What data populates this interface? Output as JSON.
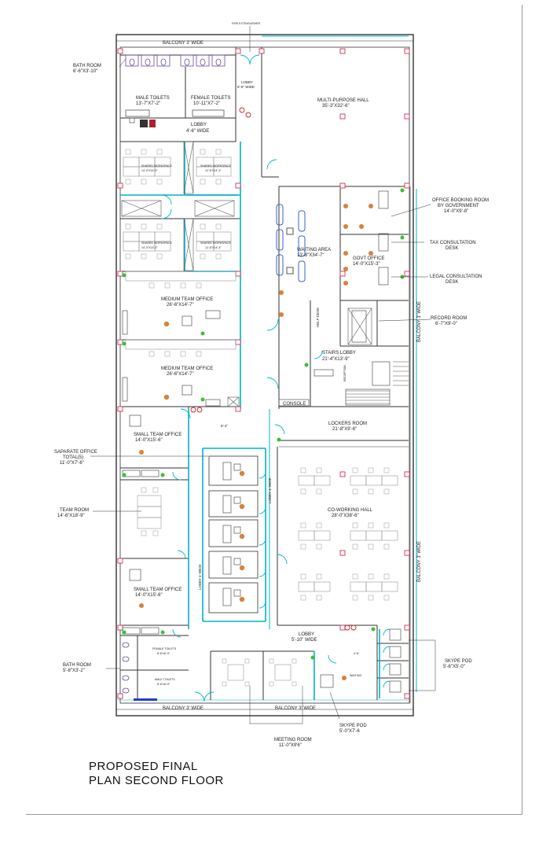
{
  "plan": {
    "title_line1": "PROPOSED  FINAL",
    "title_line2": "PLAN SECOND FLOOR",
    "colors": {
      "wall": "#333333",
      "partition": "#00b4c8",
      "furniture": "#888888",
      "chair": "#d9823a",
      "plant": "#3bbf3b",
      "column": "#cc3355"
    },
    "rooms": {
      "balcony_top": "BALCONY 3' WIDE",
      "fire_ext": "FIRE EXTINGUISHER",
      "bath_room_1": "BATH ROOM",
      "bath_room_1_dim": "6'-6\"X3'-10\"",
      "lobby_top": "LOBBY",
      "lobby_top_dim": "5'-6\" WIDE",
      "male_toilets": "MALE TOILETS",
      "male_toilets_dim": "13'-7\"X7'-2\"",
      "female_toilets": "FEMALE TOILETS",
      "female_toilets_dim": "10'-11\"X7'-2\"",
      "lobby_2": "LOBBY",
      "lobby_2_dim": "4'-6\" WIDE",
      "multipurpose": "MULTI-PURPOSE HALL",
      "multipurpose_dim": "35'-3\"X32'-6\"",
      "shared_ws": "SHARED WORKSPACE",
      "shared_ws_1_dim": "14'-0\"X14'-3\"",
      "shared_ws_2_dim": "12'-6\"X14'-3\"",
      "shared_ws_3_dim": "14'-0\"X14'-3\"",
      "shared_ws_4_dim": "12'-6\"X14'-3\"",
      "office_booking": "OFFICE BOOKING ROOM",
      "office_booking_2": "BY GOVERNMENT",
      "office_booking_dim": "14'-0\"X9'-8\"",
      "waiting_area": "WAITING AREA",
      "waiting_area_dim": "13'-8\"X34'-7\"",
      "govt_office": "GOVT OFFICE",
      "govt_office_dim": "14'-0\"X15'-3\"",
      "tax_desk": "TAX CONSULTATION",
      "desk": "DESK",
      "legal_desk": "LEGAL CONSULTATION",
      "medium_team": "MEDIUM TEAM OFFICE",
      "medium_team_dim": "26'-6\"X14'-7\"",
      "record_room": "RECORD ROOM",
      "record_room_dim": "6'-7\"X9'-0\"",
      "help_desk": "HELP DESK",
      "stairs_lobby": "STAIRS LOBBY",
      "stairs_lobby_dim": "21'-4\"X13'-9\"",
      "reception": "RECEPTION",
      "console": "CONSOLE",
      "lockers": "LOCKERS ROOM",
      "lockers_dim": "21'-8\"X9'-6\"",
      "corridor_dim": "8'-4\"",
      "small_team": "SMALL TEAM OFFICE",
      "small_team_dim": "14'-0\"X15'-6\"",
      "separate_office": "SAPARATE OFFICE",
      "separate_office_total": "TOTAL(5)",
      "separate_office_dim": "11'-0\"X7'-6\"",
      "lobby_4": "LOBBY 4' WIDE",
      "coworking": "CO-WORKING HALL",
      "coworking_dim": "28'-0\"X38'-6\"",
      "team_room": "TEAM ROOM",
      "team_room_dim": "14'-6\"X18'-9\"",
      "balcony_side": "BALCONY 3' WIDE",
      "lobby_bottom": "LOBBY",
      "lobby_bottom_dim": "5'-10\" WIDE",
      "bath_room_2": "BATH ROOM",
      "bath_room_2_dim": "5'-8\"X3'-2\"",
      "female_toilets_2": "FEMALE TOILETS",
      "female_toilets_2_dim": "8'-6\"x6'-9\"",
      "male_toilets_2": "MALE TOILETS",
      "male_toilets_2_dim": "8'-6\"x6'-9\"",
      "waiting": "WAITING",
      "skype_pod": "SKYPE POD",
      "skype_pod_dim_1": "5'-6\"X5'-0\"",
      "skype_pod_dim_2": "5'-0\"X7'-6",
      "balcony_bottom": "BALCONY 3' WIDE",
      "meeting_room": "MEETING ROOM",
      "meeting_room_dim": "11'-0\"X9'6\"",
      "dim_4_6": "4'-6\""
    }
  }
}
